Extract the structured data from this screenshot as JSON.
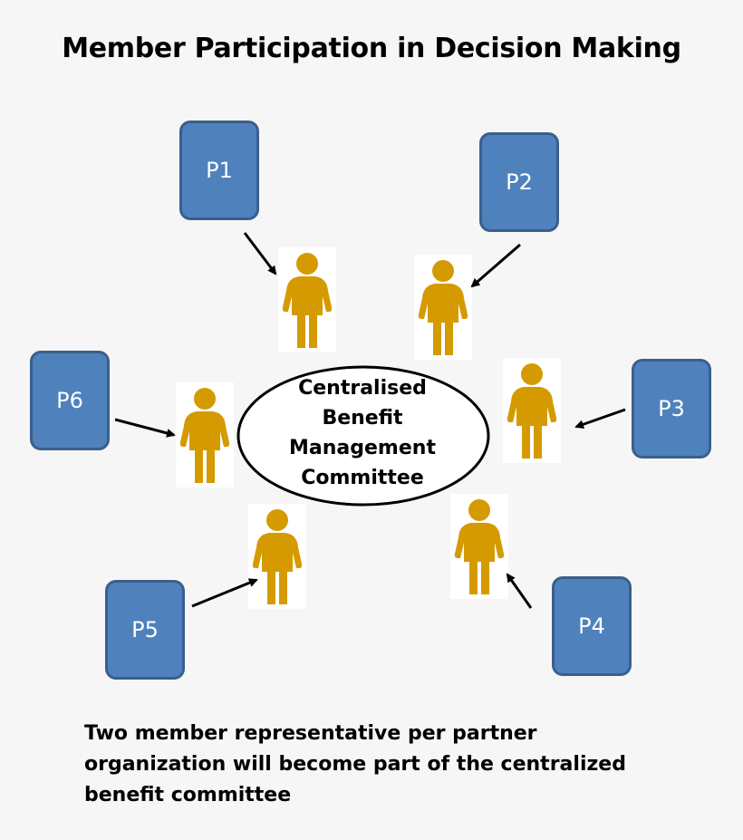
{
  "title": "Member Participation in Decision Making",
  "center": {
    "lines": [
      "Centralised",
      "Benefit",
      "Management",
      "Committee"
    ]
  },
  "partners": [
    "P1",
    "P2",
    "P3",
    "P4",
    "P5",
    "P6"
  ],
  "caption": {
    "lines": [
      "Two member representative per partner",
      "organization will become part of the centralized",
      "benefit committee"
    ]
  },
  "colors": {
    "partner_fill": "#4f81bd",
    "partner_border": "#3a5f8c",
    "person": "#d59a00",
    "arrow": "#000000"
  },
  "icons": {
    "person": "person-icon",
    "arrow": "arrow-icon"
  }
}
